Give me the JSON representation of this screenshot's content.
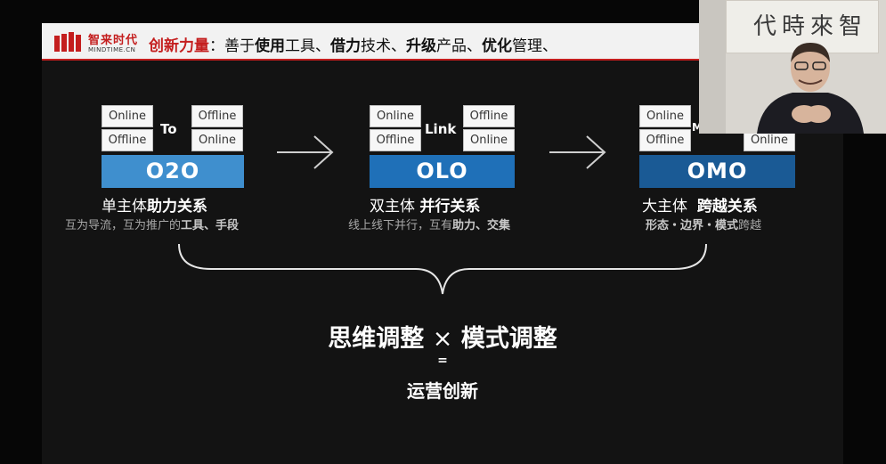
{
  "header": {
    "logo_cn": "智来时代",
    "logo_en": "MINDTIME.CN",
    "title_strong": "创新力量",
    "title_parts": [
      {
        "t": "：善于",
        "b": false
      },
      {
        "t": "使用",
        "b": true
      },
      {
        "t": "工具、",
        "b": false
      },
      {
        "t": "借力",
        "b": true
      },
      {
        "t": "技术、",
        "b": false
      },
      {
        "t": "升级",
        "b": true
      },
      {
        "t": "产品、",
        "b": false
      },
      {
        "t": "优化",
        "b": true
      },
      {
        "t": "管理、",
        "b": false
      }
    ]
  },
  "models": [
    {
      "cells": [
        "Online",
        "Offline",
        "Offline",
        "Online"
      ],
      "connector": "To",
      "bar_label": "O2O",
      "bar_color": "#3f8fce",
      "title_normal": "单主体",
      "title_bold": "助力关系",
      "sub_normal": "互为导流，互为推广的",
      "sub_bold": "工具、手段"
    },
    {
      "cells": [
        "Online",
        "Offline",
        "Offline",
        "Online"
      ],
      "connector": "Link",
      "bar_label": "OLO",
      "bar_color": "#1f70b8",
      "title_normal": "双主体",
      "title_bold": "并行关系",
      "sub_normal": "线上线下并行，互有",
      "sub_bold": "助力、交集"
    },
    {
      "cells": [
        "Online",
        "Offline",
        "Online"
      ],
      "connector": "Merge",
      "bar_label": "OMO",
      "bar_color": "#1a5a95",
      "title_normal": "大主体",
      "title_bold": "跨越关系",
      "sub_bold": "形态・边界・模式",
      "sub_normal": "跨越"
    }
  ],
  "formula": {
    "main_left": "思维调整",
    "times": "×",
    "main_right": "模式调整",
    "equals": "=",
    "result": "运营创新"
  },
  "camera": {
    "calligraphy": "代時來智"
  },
  "colors": {
    "brand_red": "#c41e1e",
    "slide_bg": "#131313"
  }
}
